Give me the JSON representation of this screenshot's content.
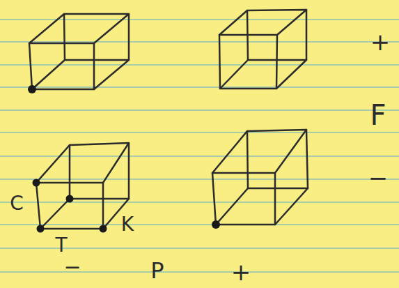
{
  "diagram": {
    "labels": [
      "+",
      "F",
      "−",
      "C",
      "K",
      "T",
      "−",
      "P",
      "+"
    ]
  }
}
